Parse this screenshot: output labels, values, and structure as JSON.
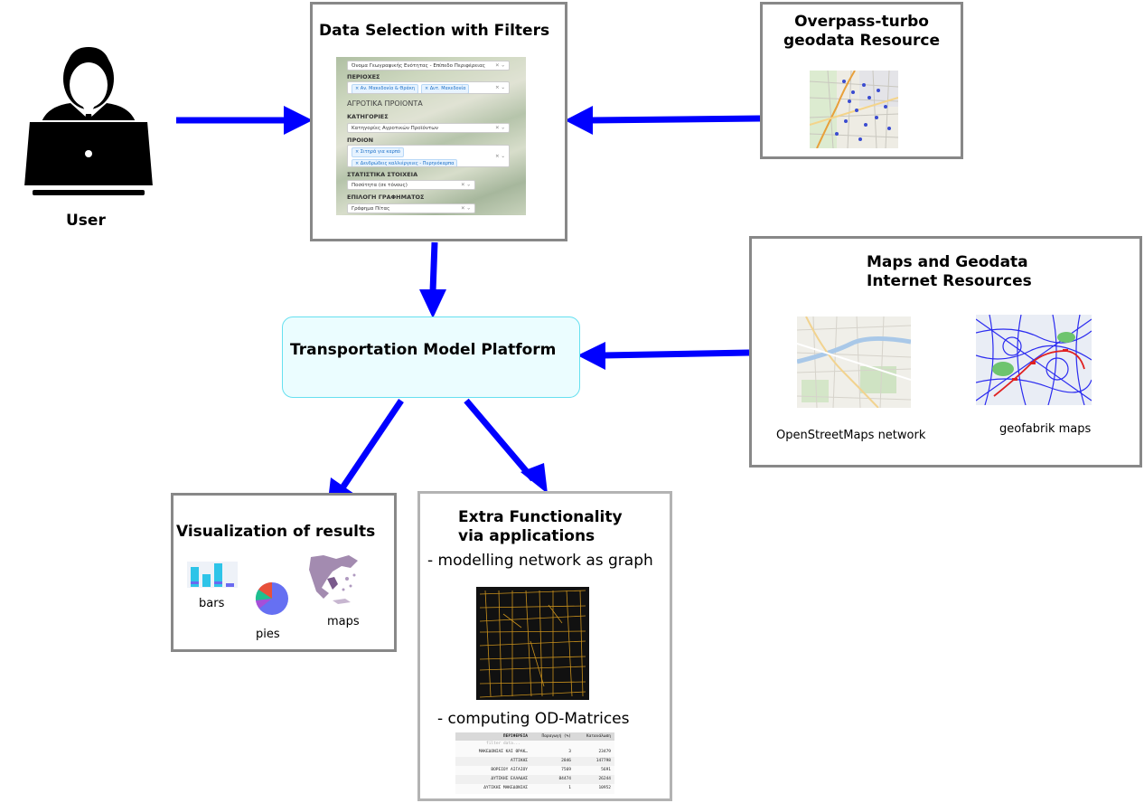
{
  "user": {
    "label": "User"
  },
  "data_selection": {
    "title": "Data Selection with Filters",
    "filter_panel": {
      "geo_unit": "Όνομα Γεωγραφικής Ενότητας - Επίπεδο Περιφέρειας",
      "regions_label": "ΠΕΡΙΟΧΕΣ",
      "region_tags": [
        "Αν. Μακεδονία & Θράκη",
        "Δυτ. Μακεδονία"
      ],
      "agri_header": "ΑΓΡΟΤΙΚΑ ΠΡΟΙΟΝΤΑ",
      "categories_label": "ΚΑΤΗΓΟΡΙΕΣ",
      "categories_value": "Κατηγορίες Αγροτικών Προϊόντων",
      "product_label": "ΠΡΟΙΟΝ",
      "product_tags": [
        "Σιτηρά για καρπό",
        "Δενδρώδεις καλλιέργειες - Πυρηνόκαρπα"
      ],
      "stats_label": "ΣΤΑΤΙΣΤΙΚΑ ΣΤΟΙΧΕΙΑ",
      "stats_value": "Ποσότητα (σε τόνους)",
      "chart_label": "ΕΠΙΛΟΓΗ ΓΡΑΦΗΜΑΤΟΣ",
      "chart_value": "Γράφημα Πίτας",
      "clear_symbol": "× ⌄"
    }
  },
  "overpass": {
    "title": "Overpass-turbo\ngeodata Resource"
  },
  "maps_resources": {
    "title": "Maps and Geodata\nInternet Resources",
    "osm_label": "OpenStreetMaps network",
    "geofabrik_label": "geofabrik maps"
  },
  "platform": {
    "title": "Transportation Model Platform"
  },
  "visualization": {
    "title": "Visualization of results",
    "bars_label": "bars",
    "pies_label": "pies",
    "maps_label": "maps"
  },
  "extra": {
    "title": "Extra Functionality\nvia applications",
    "item1": "- modelling network as graph",
    "item2": "- computing OD-Matrices",
    "od_table": {
      "headers": [
        "ΠΕΡΙΦΕΡΕΙΑ",
        "Παραγωγή (%)",
        "Κατανάλωση"
      ],
      "filter_text": "filter data...",
      "rows": [
        [
          "ΜΑΚΕΔΟΝΙΑΣ ΚΑΙ ΘΡΑΚ…",
          "3",
          "23479"
        ],
        [
          "ΑΤΤΙΚΗΣ",
          "2846",
          "147798"
        ],
        [
          "ΒΟΡΕΙΟΥ ΑΙΓΑΙΟΥ",
          "7569",
          "5691"
        ],
        [
          "ΔΥΤΙΚΗΣ ΕΛΛΑΔΑΣ",
          "84474",
          "26244"
        ],
        [
          "ΔΥΤΙΚΗΣ ΜΑΚΕΔΟΝΙΑΣ",
          "1",
          "10952"
        ]
      ]
    }
  },
  "colors": {
    "arrow": "#0000ff",
    "box_border": "#888888",
    "platform_border": "#66e0f0",
    "platform_fill": "#ebfdff"
  }
}
